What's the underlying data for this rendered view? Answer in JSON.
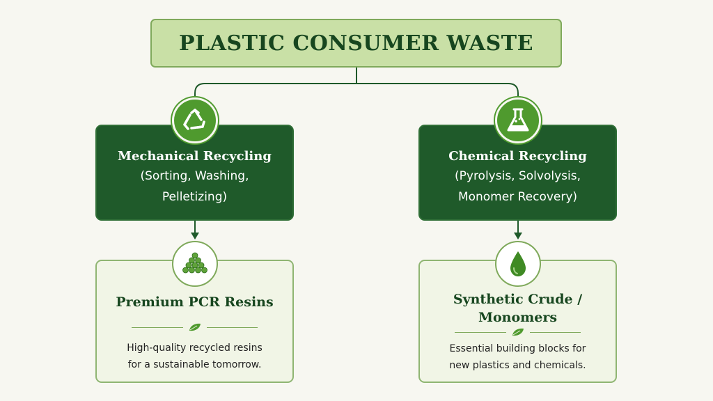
{
  "title": "PLASTIC CONSUMER WASTE",
  "colors": {
    "dark_green": "#1f5a2a",
    "accent_green": "#4f9a2e",
    "light_green": "#c9e0a6",
    "background": "#f7f7f1"
  },
  "branches": [
    {
      "icon": "recycle-icon",
      "method_title": "Mechanical Recycling",
      "method_detail_1": "(Sorting, Washing,",
      "method_detail_2": "Pelletizing)",
      "result_icon": "pellets-icon",
      "result_title_1": "Premium PCR Resins",
      "result_title_2": "",
      "result_desc_1": "High-quality recycled resins",
      "result_desc_2": "for a sustainable tomorrow."
    },
    {
      "icon": "flask-icon",
      "method_title": "Chemical Recycling",
      "method_detail_1": "(Pyrolysis, Solvolysis,",
      "method_detail_2": "Monomer Recovery)",
      "result_icon": "oil-drop-icon",
      "result_title_1": "Synthetic Crude /",
      "result_title_2": "Monomers",
      "result_desc_1": "Essential building blocks for",
      "result_desc_2": "new plastics and chemicals."
    }
  ]
}
